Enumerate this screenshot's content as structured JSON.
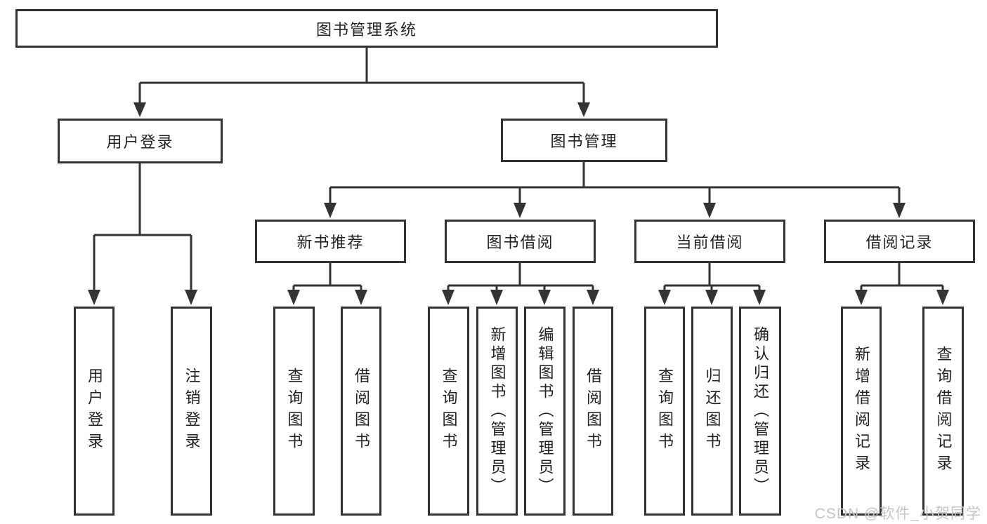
{
  "chart_data": {
    "type": "tree-diagram"
  },
  "tree": {
    "label": "图书管理系统",
    "children": [
      {
        "label": "用户登录",
        "children": [
          {
            "label": "用户登录"
          },
          {
            "label": "注销登录"
          }
        ]
      },
      {
        "label": "图书管理",
        "children": [
          {
            "label": "新书推荐",
            "children": [
              {
                "label": "查询图书"
              },
              {
                "label": "借阅图书"
              }
            ]
          },
          {
            "label": "图书借阅",
            "children": [
              {
                "label": "查询图书"
              },
              {
                "label": "新增图书（管理员）"
              },
              {
                "label": "编辑图书（管理员）"
              },
              {
                "label": "借阅图书"
              }
            ]
          },
          {
            "label": "当前借阅",
            "children": [
              {
                "label": "查询图书"
              },
              {
                "label": "归还图书"
              },
              {
                "label": "确认归还（管理员）"
              }
            ]
          },
          {
            "label": "借阅记录",
            "children": [
              {
                "label": "新增借阅记录"
              },
              {
                "label": "查询借阅记录"
              }
            ]
          }
        ]
      }
    ]
  },
  "watermark": {
    "text": "CSDN @软件_小贺同学"
  },
  "colors": {
    "line": "#333333",
    "box_border": "#333333",
    "box_background": "#ffffff",
    "text": "#222222",
    "page_background": "#ffffff",
    "watermark": "#c5c5c5"
  }
}
